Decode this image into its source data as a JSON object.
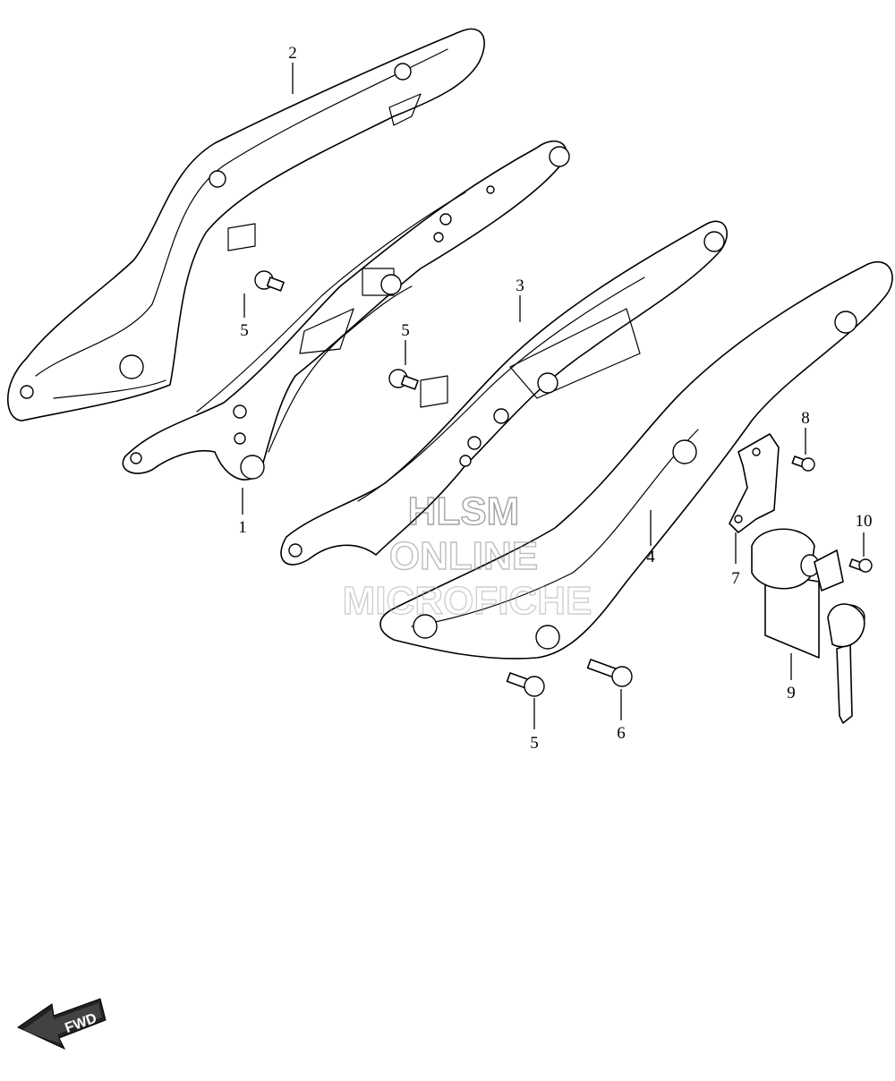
{
  "diagram": {
    "callouts": [
      "1",
      "2",
      "3",
      "4",
      "5",
      "5",
      "5",
      "6",
      "7",
      "8",
      "9",
      "10"
    ],
    "watermark": [
      "HLSM",
      "ONLINE",
      "MICROFICHE"
    ],
    "direction_label": "FWD",
    "colors": {
      "line": "#000000",
      "background": "#ffffff",
      "watermark": "#666666"
    }
  }
}
